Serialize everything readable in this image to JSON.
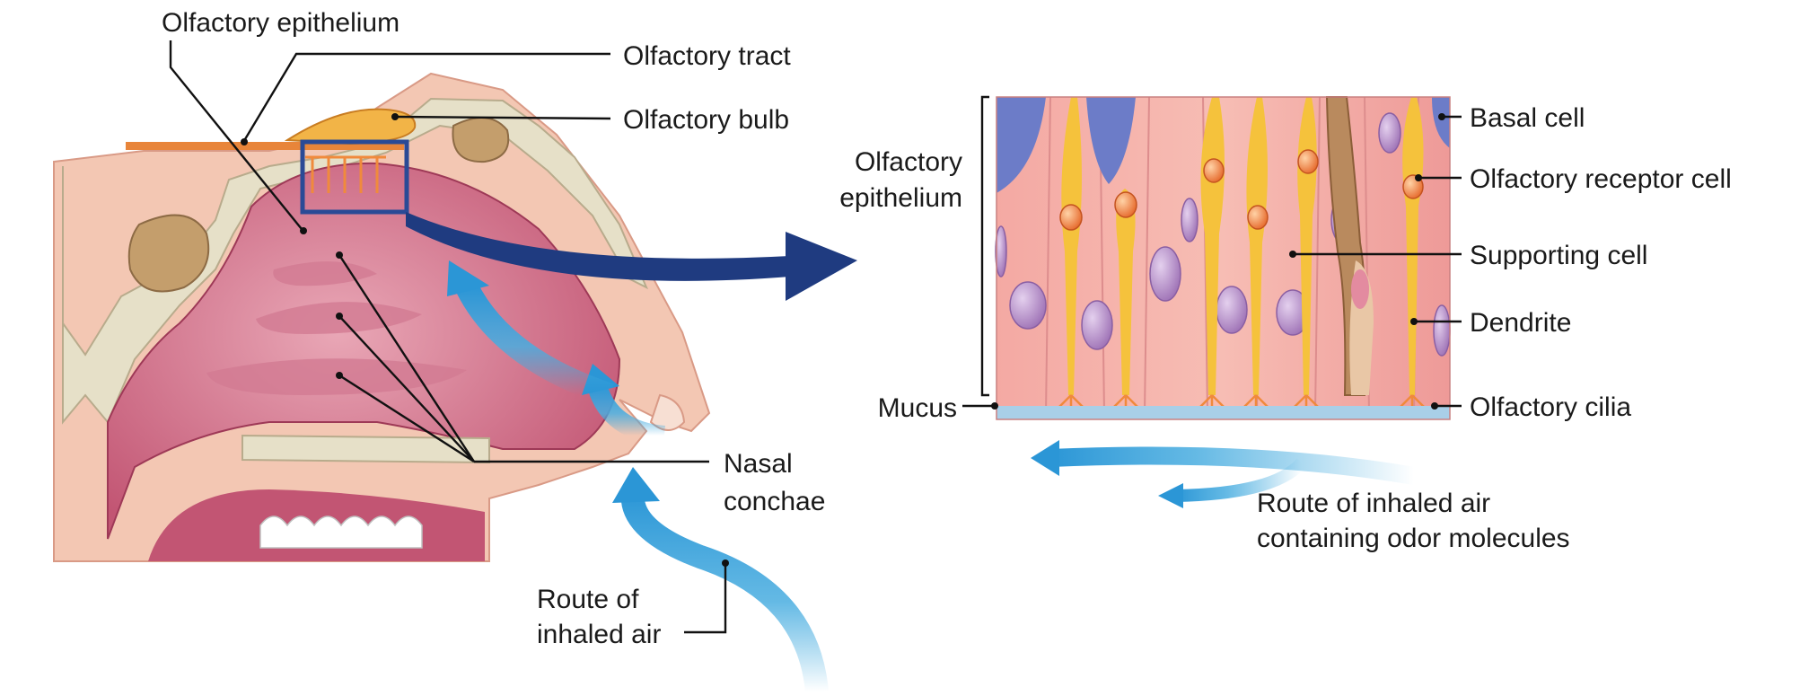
{
  "sagittal_view": {
    "labels": {
      "olfactory_epithelium": "Olfactory epithelium",
      "olfactory_tract": "Olfactory tract",
      "olfactory_bulb": "Olfactory bulb",
      "nasal_conchae_line1": "Nasal",
      "nasal_conchae_line2": "conchae",
      "route_line1": "Route of",
      "route_line2": "inhaled air"
    }
  },
  "epithelium_detail": {
    "labels": {
      "olfactory_epithelium_line1": "Olfactory",
      "olfactory_epithelium_line2": "epithelium",
      "mucus": "Mucus",
      "basal_cell": "Basal cell",
      "olfactory_receptor_cell": "Olfactory receptor cell",
      "supporting_cell": "Supporting cell",
      "dendrite": "Dendrite",
      "olfactory_cilia": "Olfactory cilia",
      "route_line1": "Route of inhaled air",
      "route_line2": "containing odor molecules"
    }
  },
  "colors": {
    "tissue_pink": "#e69aa8",
    "cavity_magenta": "#c0526f",
    "bone_beige": "#e6e0c8",
    "skin_peach": "#f3c7b3",
    "bulb_orange": "#eea33a",
    "air_blue": "#3aa7dd",
    "zoom_arrow_navy": "#1f3b80",
    "basal_blue": "#6c7cc8",
    "receptor_yellow": "#f5c23c",
    "nucleus_purple": "#b98fc8"
  }
}
